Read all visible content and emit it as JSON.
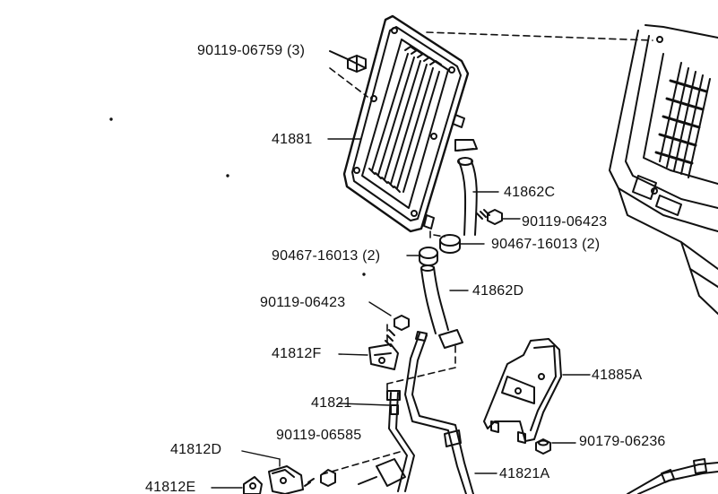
{
  "labels": {
    "bolt_top": "90119-06759 (3)",
    "cooler": "41881",
    "hose_c": "41862C",
    "bolt_06423_right": "90119-06423",
    "clamp_left": "90467-16013 (2)",
    "clamp_right": "90467-16013 (2)",
    "hose_d": "41862D",
    "bolt_06423_left": "90119-06423",
    "bracket_f": "41812F",
    "pipe": "41821",
    "cover": "41885A",
    "bolt_06585": "90119-06585",
    "nut_06236": "90179-06236",
    "bracket_d": "41812D",
    "pipe_a": "41821A",
    "bracket_e": "41812E"
  },
  "colors": {
    "ink": "#111111",
    "paper": "#ffffff"
  }
}
